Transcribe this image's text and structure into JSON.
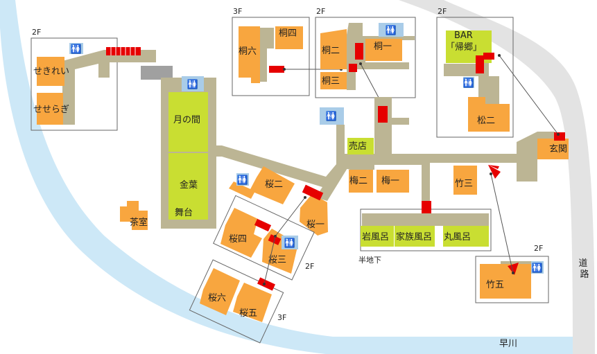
{
  "colors": {
    "room": "#F8A63F",
    "lobby_room": "#C9DE32",
    "corridor": "#BCB594",
    "river": "#CDE8F7",
    "road": "#E3E3E3",
    "wc": "#A9CCE8",
    "stairs": "#E60000",
    "outline": "#666666",
    "connector": "#555555"
  },
  "floor_labels": {
    "f2_left": "2F",
    "f3_kiri": "3F",
    "f2_kiri": "2F",
    "f2_bar": "2F",
    "f2_take": "2F",
    "f2_sakura": "2F",
    "f3_sakura": "3F",
    "basement": "半地下"
  },
  "rooms": {
    "sekirei": "せきれい",
    "seseragi": "せせらぎ",
    "tsukinoma": "月の間",
    "kinyo": "金葉",
    "butai": "舞台",
    "chashitsu": "茶室",
    "kiriroku": "桐六",
    "kirishi": "桐四",
    "kirini": "桐二",
    "kiriichi": "桐一",
    "kirisan": "桐三",
    "bar": "BAR",
    "kikyo": "「帰郷」",
    "matsuni": "松二",
    "baiten": "売店",
    "umeni": "梅二",
    "umeichi": "梅一",
    "takesan": "竹三",
    "genkan": "玄関",
    "sakurani": "桜二",
    "sakurashi": "桜四",
    "sakurasan": "桜三",
    "sakuraichi": "桜一",
    "sakuraroku": "桜六",
    "sakurago": "桜五",
    "iwaburo": "岩風呂",
    "kazokuburo": "家族風呂",
    "maruburo": "丸風呂",
    "takego": "竹五"
  },
  "wc_label": "🚻",
  "geo": {
    "road": "道\n路",
    "river": "早川"
  }
}
